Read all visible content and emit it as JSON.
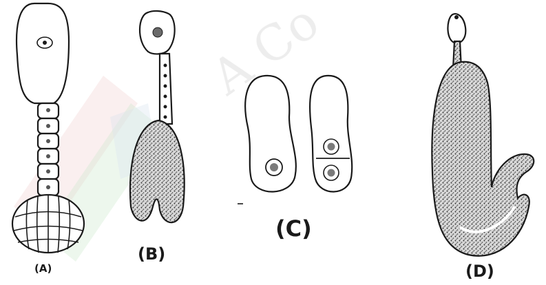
{
  "figure": {
    "panels": [
      {
        "id": "A",
        "label": "(A)"
      },
      {
        "id": "B",
        "label": "(B)"
      },
      {
        "id": "C",
        "label": "(C)"
      },
      {
        "id": "D",
        "label": "(D)"
      }
    ],
    "colors": {
      "ink": "#1a1a1a",
      "background": "#ffffff",
      "stipple": "#555555",
      "watermark_green": "#6fbf6f",
      "watermark_red": "#d98a8a"
    }
  }
}
